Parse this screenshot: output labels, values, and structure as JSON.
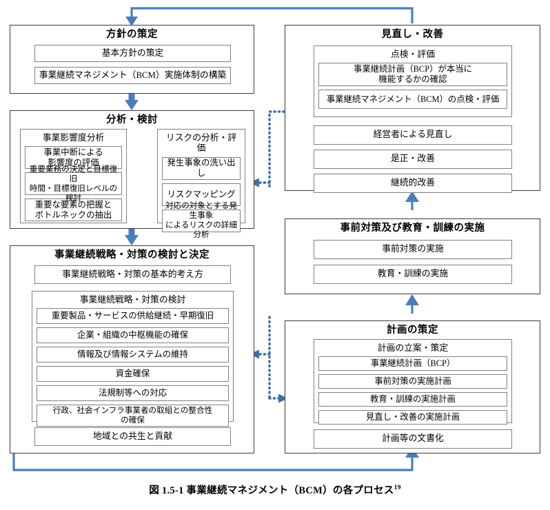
{
  "figure": {
    "caption_main": "図 1.5-1 事業継続マネジメント（BCM）の各プロセス",
    "caption_footnote": "19",
    "accent_color": "#4a7ebb",
    "box_border_color": "#3a3a3a",
    "item_border_color": "#7f7f7f"
  },
  "left_column": {
    "policy": {
      "title": "方針の策定",
      "items": [
        "基本方針の策定",
        "事業継続マネジメント（BCM）実施体制の構築"
      ]
    },
    "analysis": {
      "title": "分析・検討",
      "bia": {
        "title": "事業影響度分析",
        "items": [
          "事業中断による\n影響度の評価",
          "重要業務の決定と目標復旧\n時間・目標復旧レベルの検討",
          "重要な要素の把握と\nボトルネックの抽出"
        ]
      },
      "risk": {
        "title": "リスクの分析・評価",
        "items": [
          "発生事象の洗い出し",
          "リスクマッピング",
          "対応の対象とする発生事象\nによるリスクの詳細分析"
        ]
      }
    },
    "strategy": {
      "title": "事業継続戦略・対策の検討と決定",
      "top_item": "事業継続戦略・対策の基本的考え方",
      "group": {
        "title": "事業継続戦略・対策の検討",
        "items": [
          "重要製品・サービスの供給継続・早期復旧",
          "企業・組織の中枢機能の確保",
          "情報及び情報システムの維持",
          "資金確保",
          "法規制等への対応",
          "行政、社会インフラ事業者の取組との整合性\nの確保"
        ]
      },
      "bottom_item": "地域との共生と貢献"
    }
  },
  "right_column": {
    "review": {
      "title": "見直し・改善",
      "group": {
        "title": "点検・評価",
        "items": [
          "事業継続計画（BCP）が本当に\n機能するかの確認",
          "事業継続マネジメント（BCM）の点検・評価"
        ]
      },
      "items": [
        "経営者による見直し",
        "是正・改善",
        "継続的改善"
      ]
    },
    "measures": {
      "title": "事前対策及び教育・訓練の実施",
      "items": [
        "事前対策の実施",
        "教育・訓練の実施"
      ]
    },
    "planning": {
      "title": "計画の策定",
      "group": {
        "title": "計画の立案・策定",
        "items": [
          "事業継続計画（BCP）",
          "事前対策の実施計画",
          "教育・訓練の実施計画",
          "見直し・改善の実施計画"
        ]
      },
      "bottom_item": "計画等の文書化"
    }
  },
  "connectors": {
    "policy_to_analysis": "down-arrow",
    "analysis_to_strategy": "down-arrow",
    "bia_risk_link": "double-headed-horizontal-arrow",
    "planning_to_measures": "up-arrow",
    "measures_to_review": "up-arrow",
    "review_to_policy": "loop-top-left",
    "strategy_to_planning": "loop-bottom-right",
    "analysis_dotted_link": "dotted-left-arrow",
    "strategy_dotted_link": "dotted-branch-arrows"
  }
}
